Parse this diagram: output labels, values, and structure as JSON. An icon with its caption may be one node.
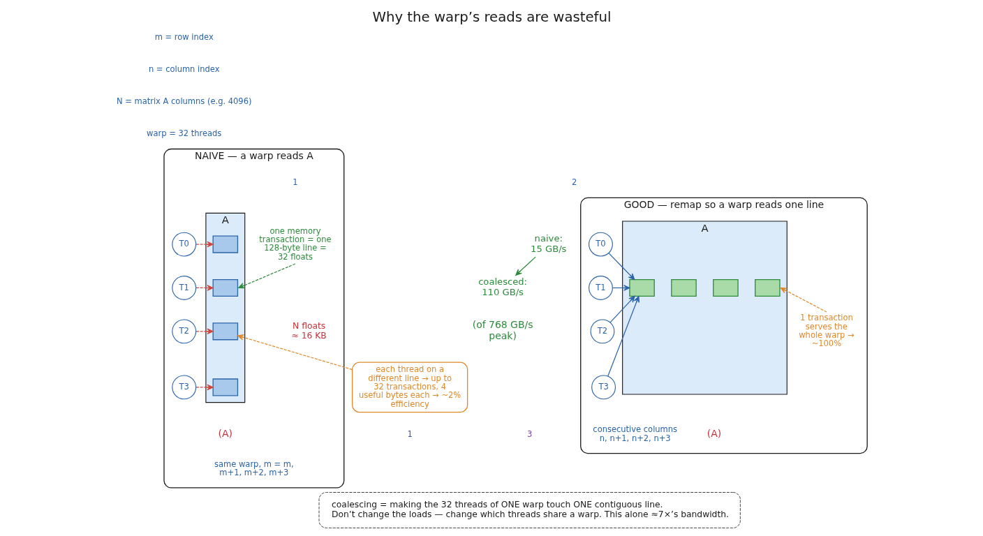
{
  "diagram": {
    "title": "Why the warp’s reads are wasteful",
    "nodes": [
      {
        "text": [
          "NAIVE — a warp reads A"
        ]
      },
      {
        "text": [
          "T0"
        ],
        "in": 0
      },
      {
        "text": [
          "T1"
        ],
        "in": 0
      },
      {
        "text": [
          "T2"
        ],
        "in": 0
      },
      {
        "text": [
          "T3"
        ],
        "in": 0
      },
      {
        "text": [
          "A"
        ],
        "beside": [
          "(A)"
        ],
        "in": 0
      },
      {
        "text": [],
        "shape": "box",
        "in": 5
      },
      {
        "text": [],
        "shape": "box",
        "in": 5
      },
      {
        "text": [],
        "shape": "box",
        "in": 5
      },
      {
        "text": [],
        "shape": "box",
        "in": 5
      },
      {
        "text": [
          "one memory transaction = one 128-byte line = 32 floats"
        ],
        "in": 0
      },
      {
        "text": [
          "each thread on a different line → up to 32 transactions, 4 useful bytes each → ~2% efficiency"
        ]
      },
      {
        "text": [
          "naive: 15 GB/s"
        ]
      },
      {
        "text": [
          "coalesced: 110 GB/s"
        ],
        "beside": [
          "(of 768 GB/s peak)"
        ]
      },
      {
        "text": [
          "GOOD — remap so a warp reads one line"
        ]
      },
      {
        "text": [
          "T0"
        ],
        "in": 14
      },
      {
        "text": [
          "T1"
        ],
        "in": 14
      },
      {
        "text": [
          "T2"
        ],
        "in": 14
      },
      {
        "text": [
          "T3"
        ],
        "in": 14
      },
      {
        "text": [
          "A"
        ],
        "beside": [
          "(A)"
        ],
        "in": 14
      },
      {
        "text": [],
        "shape": "box",
        "in": 19
      },
      {
        "text": [],
        "shape": "box",
        "in": 19
      },
      {
        "text": [],
        "shape": "box",
        "in": 19
      },
      {
        "text": [],
        "shape": "box",
        "in": 19
      },
      {
        "text": [
          "1 transaction serves the whole warp → ~100%"
        ],
        "in": 14
      },
      {
        "text": [
          "coalescing = making the 32 threads of ONE warp touch ONE contiguous line.",
          "Don’t change the loads — change which threads share a warp. This alone ≈7×’s bandwidth."
        ]
      }
    ],
    "edges": [
      {
        "from": 1,
        "to": 6,
        "arrow": "to",
        "style": "dashed",
        "color": "#d0453a"
      },
      {
        "from": 2,
        "to": 7,
        "arrow": "to",
        "style": "dashed",
        "color": "#d0453a"
      },
      {
        "from": 3,
        "to": 8,
        "arrow": "to",
        "style": "dashed",
        "color": "#d0453a"
      },
      {
        "from": 4,
        "to": 9,
        "arrow": "to",
        "style": "dashed",
        "color": "#d0453a"
      },
      {
        "from": 10,
        "to": 7,
        "arrow": "to",
        "style": "dashed",
        "color": "#2e8b3c"
      },
      {
        "from": 11,
        "to": 8,
        "arrow": "to",
        "style": "dashed",
        "color": "#e0892a"
      },
      {
        "from": 12,
        "to": 13,
        "arrow": "to",
        "color": "#2e8b3c"
      },
      {
        "from": 15,
        "to": 20,
        "arrow": "to",
        "color": "#2b64a8"
      },
      {
        "from": 16,
        "to": 20,
        "arrow": "to",
        "color": "#2b64a8"
      },
      {
        "from": 17,
        "to": 20,
        "arrow": "to",
        "color": "#2b64a8"
      },
      {
        "from": 18,
        "to": 20,
        "arrow": "to",
        "color": "#2b64a8"
      },
      {
        "from": 24,
        "to": 23,
        "arrow": "to",
        "style": "dashed",
        "color": "#e0892a"
      }
    ],
    "labels": [
      "m = row index",
      "n = column index",
      "N = matrix A columns (e.g. 4096)",
      "warp = 32 threads",
      "1",
      "2",
      "N floats ≈ 16 KB",
      "same warp, m = m, m+1, m+2, m+3",
      "consecutive columns n, n+1, n+2, n+3",
      "1",
      "3"
    ]
  }
}
